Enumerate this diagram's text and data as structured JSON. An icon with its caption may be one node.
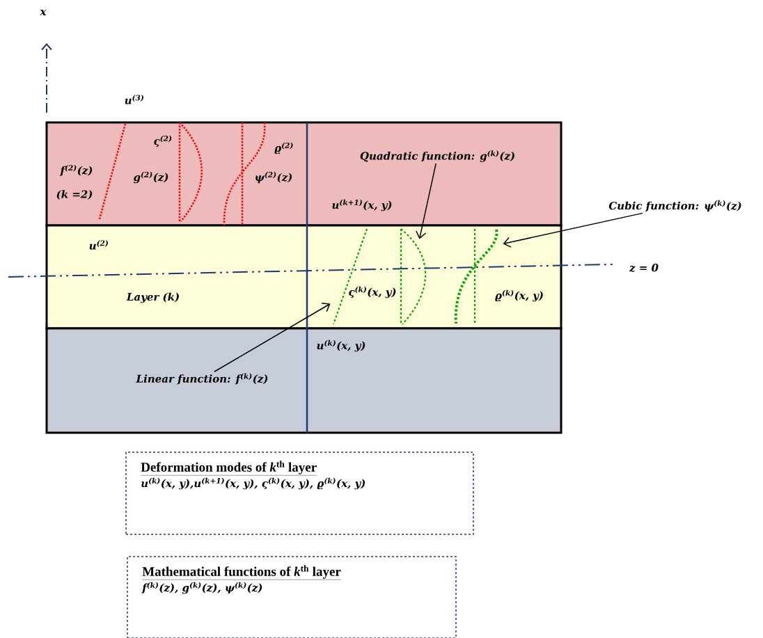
{
  "diagram": {
    "nodes": [
      {
        "text": [],
        "shape": "box"
      },
      {
        "text": [],
        "shape": "box"
      },
      {
        "text": [],
        "shape": "box"
      },
      {
        "text": [
          "Quadratic function: g$^{(k)}$(z)"
        ],
        "in": 0
      },
      {
        "text": [
          "Cubic function: ψ$^{(k)}$(z)"
        ]
      },
      {
        "text": [
          "Linear function: f$^{(k)}$(z)"
        ],
        "in": 2
      },
      {
        "text": [
          "Deformation modes of *k*$^{th}$ layer",
          "u$^{(k)}$(x, y),u$^{(k+1)}$(x, y), ς$^{(k)}$(x, y), ϱ$^{(k)}$(x, y)"
        ]
      },
      {
        "text": [
          "Mathematical functions of *k*$^{th}$ layer",
          "f$^{(k)}$(z), g$^{(k)}$(z), ψ$^{(k)}$(z)"
        ]
      }
    ],
    "edges": [
      {
        "from": 3,
        "to": 1,
        "arrow": "to"
      },
      {
        "from": 4,
        "to": 1,
        "arrow": "to"
      },
      {
        "from": 5,
        "to": 1,
        "arrow": "to"
      }
    ],
    "labels": [
      "x",
      "u$^{(3)}$",
      "f$^{(2)}$(z)",
      "ς$^{(2)}$",
      "g$^{(2)}$(z)",
      "ϱ$^{(2)}$",
      "ψ$^{(2)}$(z)",
      "(k =2)",
      "u$^{(k+1)}$(x, y)",
      "u$^{(2)}$",
      "z = 0",
      "Layer (k)",
      "ς$^{(k)}$(x, y)",
      "ϱ$^{(k)}$(x, y)",
      "u$^{(k)}$(x, y)"
    ]
  }
}
